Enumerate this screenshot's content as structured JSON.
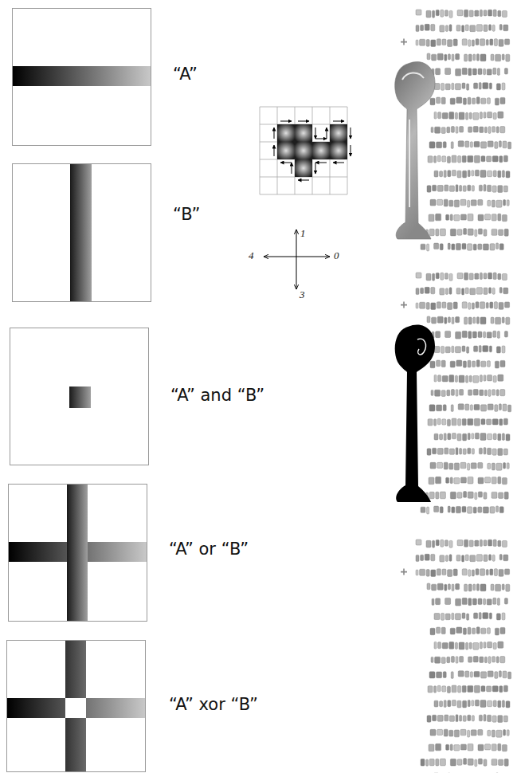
{
  "diagram": {
    "labels": [
      "“A”",
      "“B”",
      "“A” and “B”",
      "“A” or “B”",
      "“A” xor “B”",
      "1",
      "4",
      "0",
      "3"
    ]
  }
}
